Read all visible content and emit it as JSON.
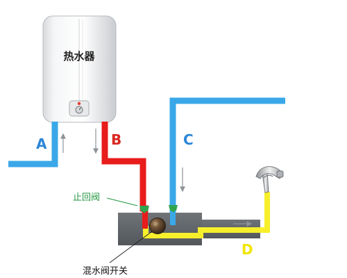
{
  "heater": {
    "label": "热水器"
  },
  "pipes": {
    "a_label": "A",
    "b_label": "B",
    "c_label": "C",
    "d_label": "D"
  },
  "labels": {
    "check_valve": "止回阀",
    "mixing_valve_switch": "混水阀开关"
  },
  "colors": {
    "cold_pipe": "#3aa8e8",
    "hot_pipe": "#e81c1c",
    "mixed_pipe": "#f7ef2b",
    "check_valve": "#2fa44f",
    "label_blue": "#2b86d6",
    "label_red": "#d8261f",
    "label_yellow": "#f0e600",
    "label_green": "#22963f"
  }
}
